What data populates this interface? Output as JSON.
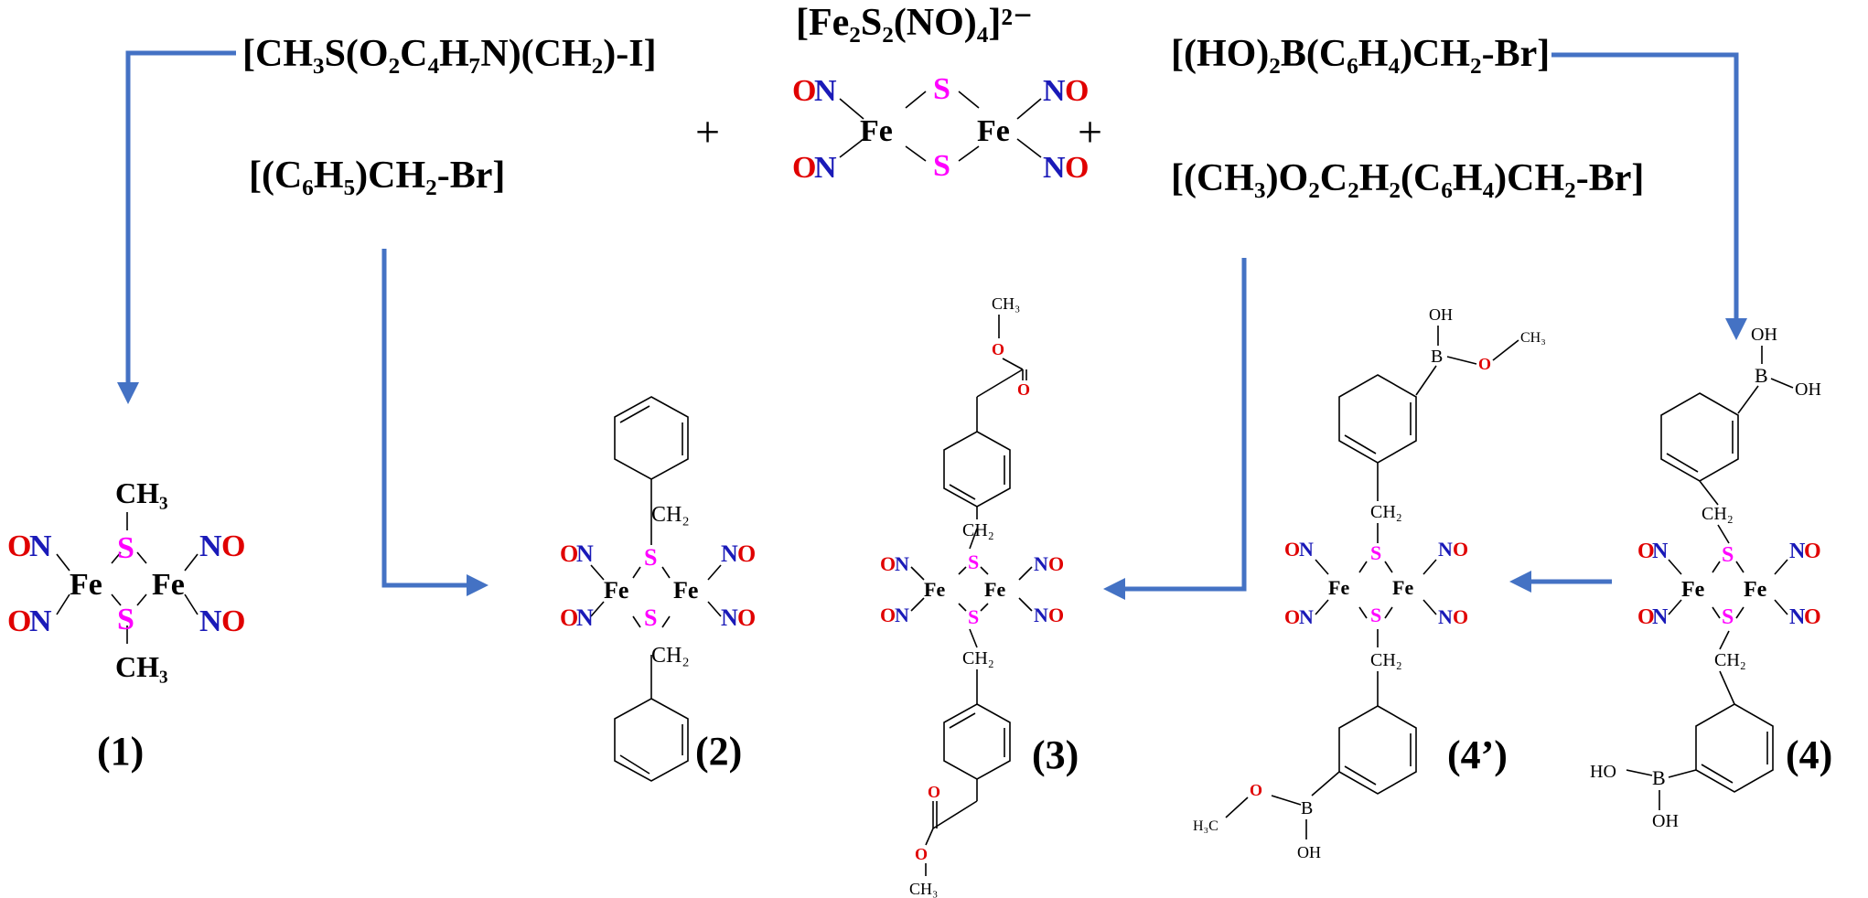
{
  "reactants": {
    "r1": "[CH₃S(O₂C₄H₇N)(CH₂)-I]",
    "r2": "[(C₆H₅)CH₂-Br]",
    "core_formula": "[Fe₂S₂(NO)₄]²⁻",
    "r3": "[(HO)₂B(C₆H₄)CH₂-Br]",
    "r4": "[(CH₃)O₂C₂H₂(C₆H₄)CH₂-Br]",
    "plus": "+"
  },
  "atoms": {
    "fe": "Fe",
    "s": "S",
    "o": "O",
    "n": "N",
    "ch3": "CH₃",
    "ch2": "CH₂",
    "h3c": "H₃C",
    "b": "B",
    "oh": "OH",
    "ho": "HO",
    "cho": "O"
  },
  "labels": {
    "c1": "(1)",
    "c2": "(2)",
    "c3": "(3)",
    "c4p": "(4’)",
    "c4": "(4)"
  },
  "colors": {
    "arrow": "#4472c4",
    "sulfur": "#ff00ff",
    "oxygen": "#e00000",
    "nitrogen": "#1a1ab8"
  }
}
